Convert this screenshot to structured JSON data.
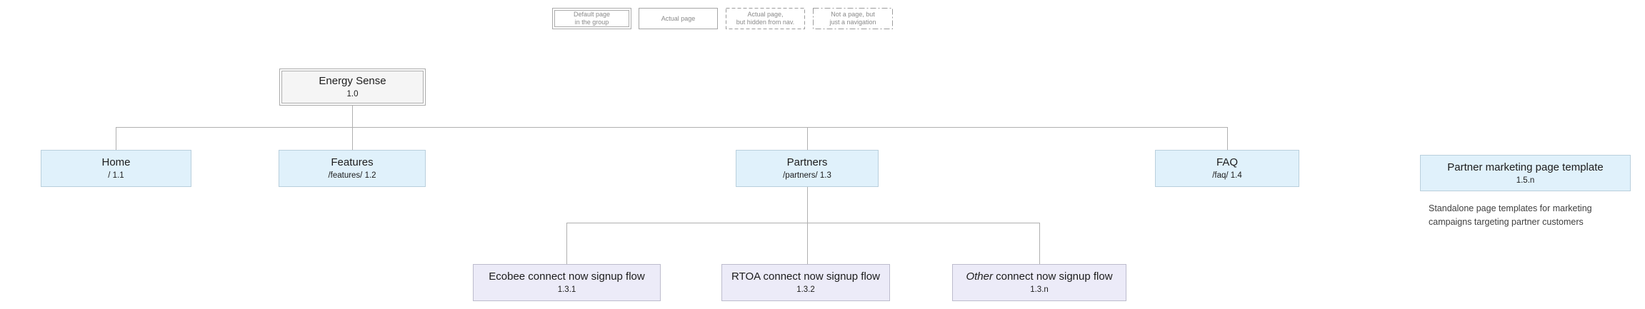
{
  "legend": {
    "items": [
      {
        "line1": "Default page",
        "line2": "in the group",
        "style": "default-in-group"
      },
      {
        "line1": "Actual page",
        "line2": "",
        "style": "actual-page"
      },
      {
        "line1": "Actual page,",
        "line2": "but hidden from nav.",
        "style": "hidden-from-nav"
      },
      {
        "line1": "Not a page, but",
        "line2": "just a navigation",
        "style": "navigation-only"
      }
    ]
  },
  "tree": {
    "root": {
      "title": "Energy Sense",
      "subtitle": "1.0"
    },
    "level1": [
      {
        "title": "Home",
        "subtitle": "/ 1.1"
      },
      {
        "title": "Features",
        "subtitle": "/features/ 1.2"
      },
      {
        "title": "Partners",
        "subtitle": "/partners/ 1.3"
      },
      {
        "title": "FAQ",
        "subtitle": "/faq/ 1.4"
      }
    ],
    "standalone": {
      "title": "Partner marketing page template",
      "subtitle": "1.5.n",
      "note_line1": "Standalone page templates for marketing",
      "note_line2": "campaigns targeting partner customers"
    },
    "level2": [
      {
        "title_italic": "",
        "title_rest": "Ecobee connect now signup flow",
        "subtitle": "1.3.1"
      },
      {
        "title_italic": "",
        "title_rest": "RTOA connect now signup flow",
        "subtitle": "1.3.2"
      },
      {
        "title_italic": "Other",
        "title_rest": " connect now signup flow",
        "subtitle": "1.3.n"
      }
    ]
  },
  "colors": {
    "page_node_fill": "#e0f1fb",
    "page_node_border": "#b9cfdc",
    "flow_node_fill": "#ecebf8",
    "flow_node_border": "#bdbccd",
    "root_node_fill": "#f5f5f5",
    "root_node_border": "#ababab",
    "connector_line": "#b0b0b0",
    "legend_text": "#8a8a8a",
    "node_text": "#1c1c1c"
  }
}
